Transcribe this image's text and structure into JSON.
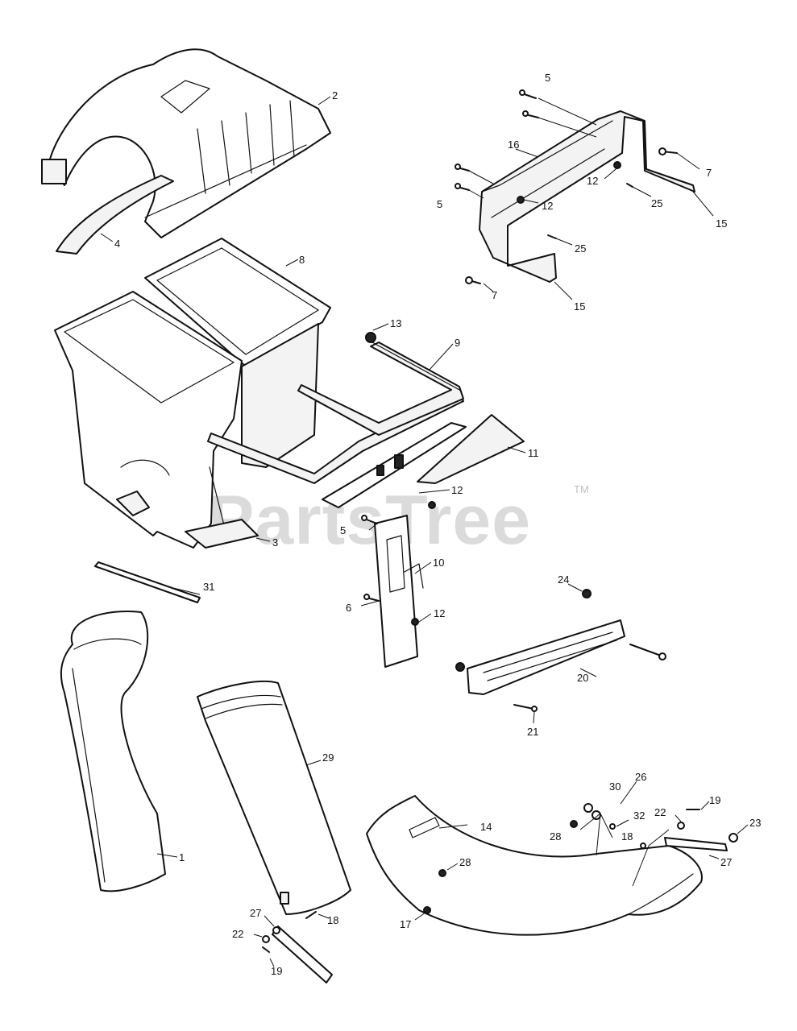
{
  "watermark": {
    "text": "PartsTree",
    "trademark": "TM"
  },
  "callouts": {
    "c1": "1",
    "c2": "2",
    "c3": "3",
    "c4": "4",
    "c5a": "5",
    "c5b": "5",
    "c5c": "5",
    "c6": "6",
    "c7a": "7",
    "c7b": "7",
    "c8": "8",
    "c9": "9",
    "c10": "10",
    "c11": "11",
    "c12a": "12",
    "c12b": "12",
    "c12c": "12",
    "c12d": "12",
    "c13": "13",
    "c14": "14",
    "c15a": "15",
    "c15b": "15",
    "c16": "16",
    "c17": "17",
    "c18a": "18",
    "c18b": "18",
    "c19a": "19",
    "c19b": "19",
    "c20": "20",
    "c21": "21",
    "c22a": "22",
    "c22b": "22",
    "c23": "23",
    "c24": "24",
    "c25a": "25",
    "c25b": "25",
    "c26": "26",
    "c27a": "27",
    "c27b": "27",
    "c28a": "28",
    "c28b": "28",
    "c29": "29",
    "c30": "30",
    "c31": "31",
    "c32": "32"
  }
}
